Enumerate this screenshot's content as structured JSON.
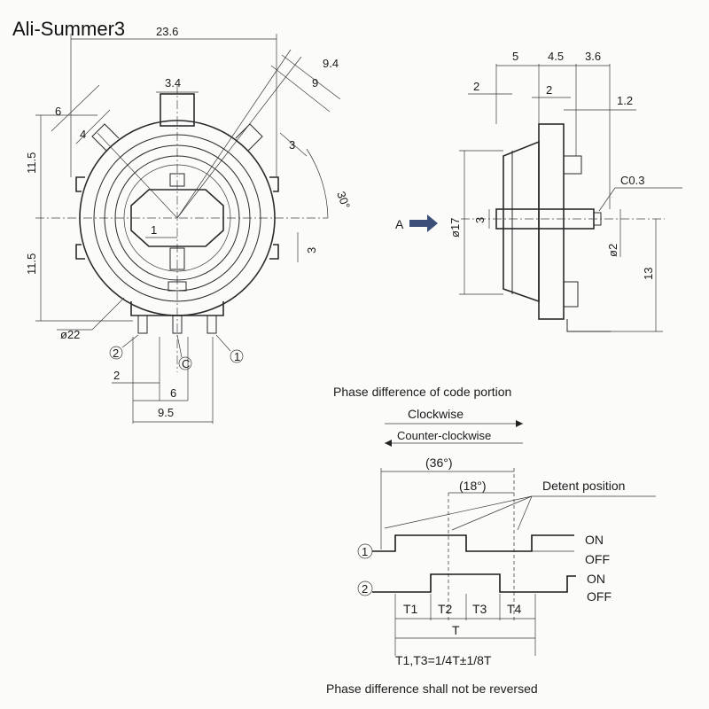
{
  "watermark": "Ali-Summer3",
  "front_view": {
    "dim_width_top": "23.6",
    "dim_shaft": "3.4",
    "dim_6": "6",
    "dim_4": "4",
    "dim_9_4": "9.4",
    "dim_9": "9",
    "dim_3_slot": "3",
    "dim_30": "30°",
    "dim_11_5_top": "11.5",
    "dim_11_5_bottom": "11.5",
    "dim_1": "1",
    "dim_3_right": "3",
    "dim_phi22": "ø22",
    "pin_2": "2",
    "pin_c": "C",
    "pin_1": "1",
    "dim_2_bottom": "2",
    "dim_6_bottom": "6",
    "dim_9_5": "9.5"
  },
  "side_view": {
    "dim_5": "5",
    "dim_4_5": "4.5",
    "dim_3_6": "3.6",
    "dim_2a": "2",
    "dim_2b": "2",
    "dim_1_2": "1.2",
    "dim_c0_3": "C0.3",
    "arrow_label": "A",
    "dim_phi17": "ø17",
    "dim_3": "3",
    "dim_phi2": "ø2",
    "dim_13": "13"
  },
  "timing": {
    "title": "Phase difference of code portion",
    "clockwise": "Clockwise",
    "counter_clockwise": "Counter-clockwise",
    "angle_36": "(36°)",
    "angle_18": "(18°)",
    "detent": "Detent position",
    "ch1": "1",
    "ch2": "2",
    "on": "ON",
    "off": "OFF",
    "on2": "ON",
    "off2": "OFF",
    "t1": "T1",
    "t2": "T2",
    "t3": "T3",
    "t4": "T4",
    "t": "T",
    "formula": "T1,T3=1/4T±1/8T",
    "note": "Phase difference shall not be reversed"
  }
}
